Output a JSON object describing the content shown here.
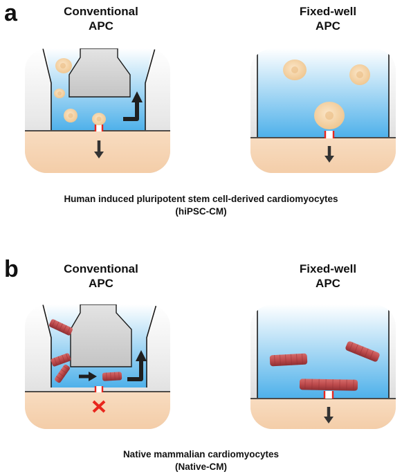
{
  "panel_a": {
    "letter": "a",
    "left_heading": [
      "Conventional",
      "APC"
    ],
    "right_heading": [
      "Fixed-well",
      "APC"
    ],
    "caption": [
      "Human induced pluripotent stem cell-derived cardiomyocytes",
      "(hiPSC-CM)"
    ]
  },
  "panel_b": {
    "letter": "b",
    "left_heading": [
      "Conventional",
      "APC"
    ],
    "right_heading": [
      "Fixed-well",
      "APC"
    ],
    "caption": [
      "Native mammalian cardiomyocytes",
      "(Native-CM)"
    ]
  },
  "colors": {
    "medium_top": "#ffffff",
    "medium_bottom": "#4fb1ea",
    "substrate": "#f6d3b1",
    "pipette_gray": "#cfcfcf",
    "aperture": "#e8261d",
    "round_cell": "#f5d4a6",
    "rod_cell": "#bf4c4e",
    "arrow": "#333333",
    "block_mark": "#e8261d"
  }
}
